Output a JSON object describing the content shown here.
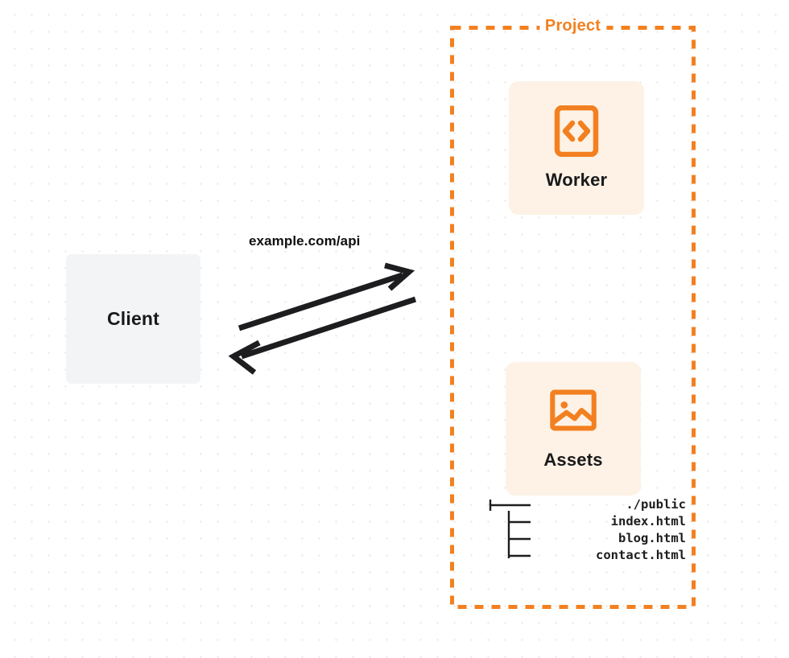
{
  "diagram": {
    "title": "Project",
    "client": {
      "label": "Client",
      "box_color": "#f3f4f6"
    },
    "connection": {
      "label": "example.com/api",
      "direction": "bidirectional",
      "stroke_color": "#1d1d1f"
    },
    "accent_color": "#f38020",
    "card_background": "#fdf2e5",
    "services": [
      {
        "label": "Worker",
        "icon": "code-brackets-icon"
      },
      {
        "label": "Assets",
        "icon": "image-icon"
      }
    ],
    "file_tree": {
      "root": {
        "glyph": "tree-branch-root",
        "name": "./public"
      },
      "children": [
        {
          "glyph": "tree-branch-child",
          "name": "index.html"
        },
        {
          "glyph": "tree-branch-child",
          "name": "blog.html"
        },
        {
          "glyph": "tree-branch-child",
          "name": "contact.html"
        }
      ]
    }
  }
}
